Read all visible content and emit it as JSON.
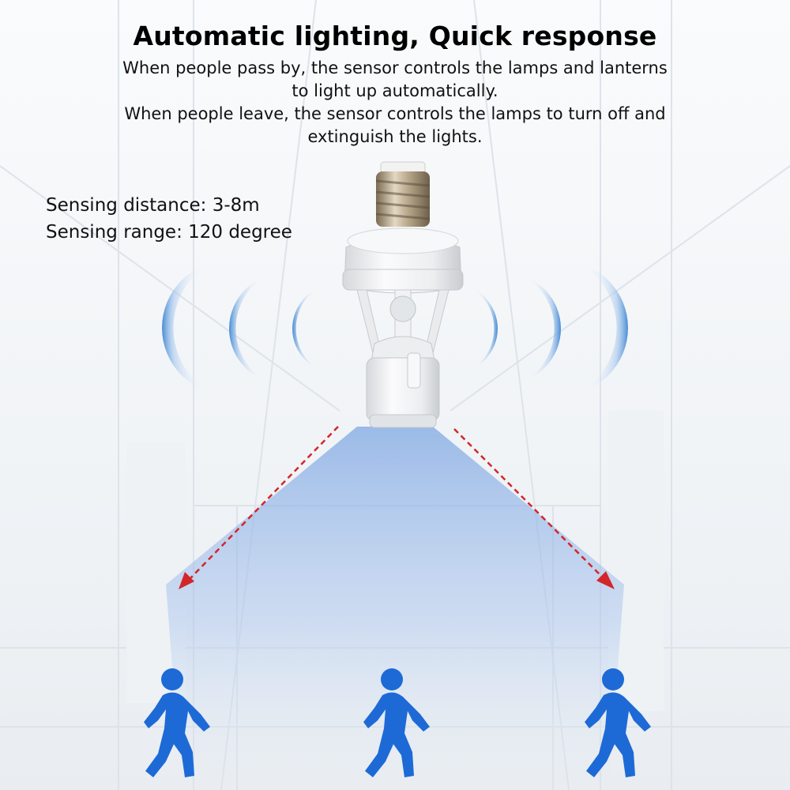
{
  "heading": {
    "title": "Automatic lighting, Quick response"
  },
  "description": {
    "line1": "When people pass by, the sensor controls the lamps and lanterns to light up automatically.",
    "line2": "When people leave, the sensor controls the lamps to turn off and extinguish the lights."
  },
  "specs": {
    "distance": "Sensing distance: 3-8m",
    "range": "Sensing range: 120 degree"
  },
  "colors": {
    "wave": "#4f8fd0",
    "person": "#1d6ad6",
    "arrow": "#d3262a",
    "beam": "#8fb4e6"
  },
  "icons": [
    "lamp-socket-sensor-icon",
    "sensor-wave-icon",
    "walking-person-icon",
    "arrow-icon"
  ]
}
